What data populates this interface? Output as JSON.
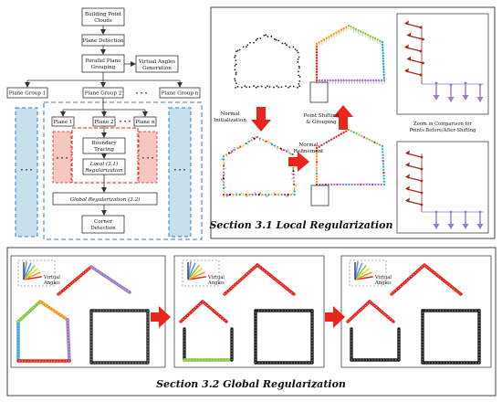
{
  "flow": {
    "building": [
      "Building Point",
      "Clouds"
    ],
    "plane_detection": "Plane Detection",
    "grouping": [
      "Parallel Plane",
      "Grouping"
    ],
    "virtual_angles": [
      "Virtual Angles",
      "Generation"
    ],
    "group1": "Plane Group 1",
    "group2": "Plane Group 2",
    "groupn": "Plane Group n",
    "dots": "• • •",
    "plane1": "Plane 1",
    "plane2": "Plane 2",
    "planen": "Plane n",
    "boundary": [
      "Boundary",
      "Tracing"
    ],
    "local_reg": [
      "Local (3.1)",
      "Regularization"
    ],
    "global_reg": "Global Regularization (3.2)",
    "corner": [
      "Corner",
      "Detection"
    ]
  },
  "local_panel": {
    "normal_init": [
      "Normal",
      "Initialization"
    ],
    "normal_refine": [
      "Normal",
      "Refinement"
    ],
    "point_shift": [
      "Point Shifting",
      "& Grouping"
    ],
    "zoom_note": [
      "Zoom in Comparison for",
      "Points Before/After Shifting"
    ],
    "title": "Section 3.1 Local Regularization"
  },
  "global_panel": {
    "virtual_angles_label": [
      "Virtual",
      "Angles"
    ],
    "title": "Section 3.2 Global Regularization"
  },
  "colors": {
    "accent_red": "#e8261c",
    "dashed_blue": "#3a78c8",
    "group_fill": "#c6e0ec",
    "plane_fill": "#f6c6c0",
    "arrow_red": "#a8281e",
    "arrow_purple": "#9a78cc"
  }
}
